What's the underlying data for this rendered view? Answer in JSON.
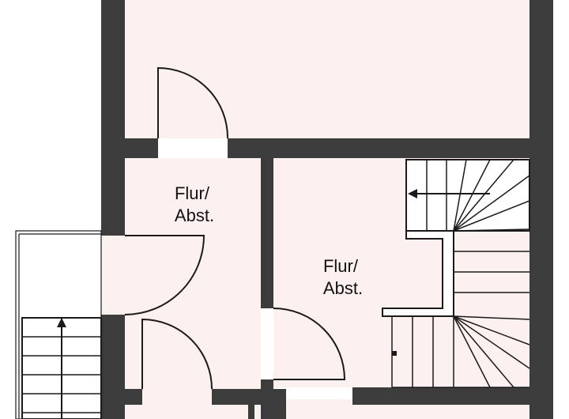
{
  "colors": {
    "wall": "#3c3c3c",
    "floor": "#fdf1f0",
    "line": "#1a1a1a",
    "outside": "#ffffff"
  },
  "rooms": [
    {
      "id": "left-hall",
      "line1": "Flur/",
      "line2": "Abst."
    },
    {
      "id": "right-hall",
      "line1": "Flur/",
      "line2": "Abst."
    }
  ]
}
